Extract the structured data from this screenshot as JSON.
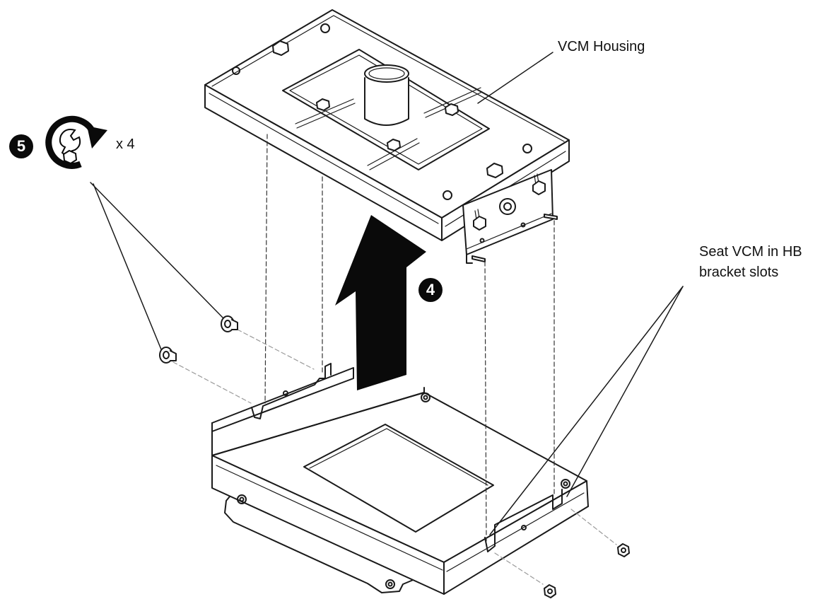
{
  "labels": {
    "vcm_housing": "VCM Housing",
    "seat_line1": "Seat VCM in HB",
    "seat_line2": "bracket slots",
    "quantity": "x 4"
  },
  "steps": {
    "lift": "4",
    "fasten": "5"
  },
  "icons": {
    "fasten": "wrench-rotate-icon",
    "direction": "up-arrow-icon"
  },
  "colors": {
    "line": "#1a1a1a",
    "arrow": "#0a0a0a",
    "badge": "#0a0a0a"
  }
}
